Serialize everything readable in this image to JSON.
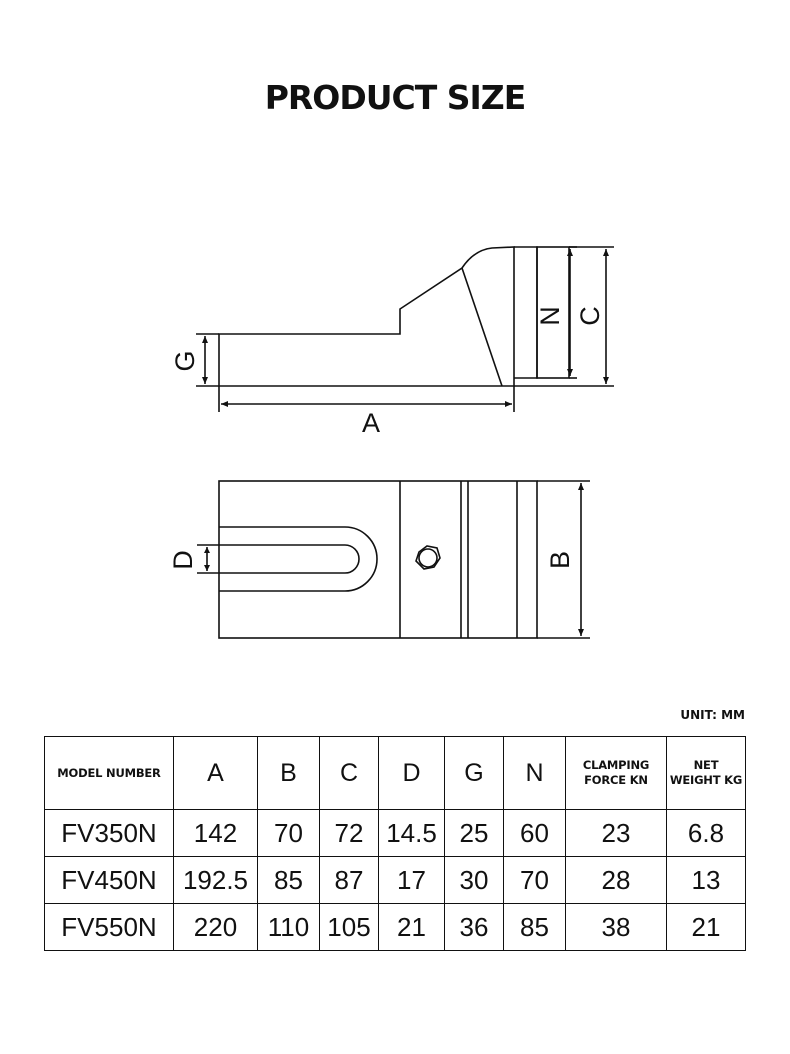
{
  "title": "PRODUCT SIZE",
  "dimension_labels": {
    "A": "A",
    "B": "B",
    "C": "C",
    "D": "D",
    "G": "G",
    "N": "N"
  },
  "unit_label": "UNIT: MM",
  "table": {
    "headers": [
      "MODEL NUMBER",
      "A",
      "B",
      "C",
      "D",
      "G",
      "N",
      "CLAMPING FORCE KN",
      "NET WEIGHT KG"
    ],
    "rows": [
      [
        "FV350N",
        "142",
        "70",
        "72",
        "14.5",
        "25",
        "60",
        "23",
        "6.8"
      ],
      [
        "FV450N",
        "192.5",
        "85",
        "87",
        "17",
        "30",
        "70",
        "28",
        "13"
      ],
      [
        "FV550N",
        "220",
        "110",
        "105",
        "21",
        "36",
        "85",
        "38",
        "21"
      ]
    ]
  }
}
